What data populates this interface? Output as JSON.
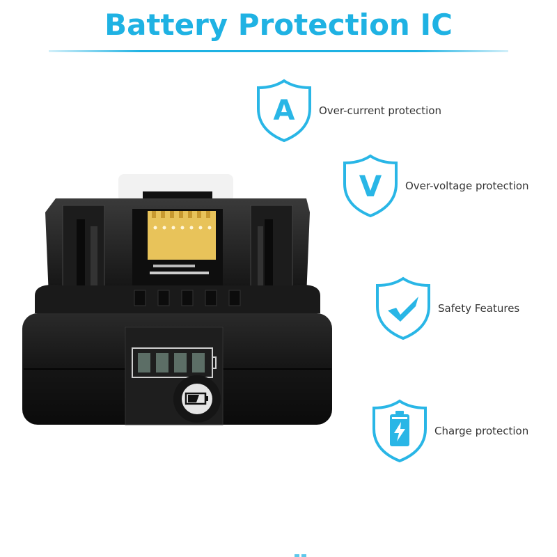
{
  "header": {
    "title": "Battery Protection IC",
    "accent_color": "#1fb2e3"
  },
  "features": [
    {
      "icon": "shield-letter-a-icon",
      "glyph": "A",
      "label": "Over-current protection"
    },
    {
      "icon": "shield-letter-v-icon",
      "glyph": "V",
      "label": "Over-voltage protection"
    },
    {
      "icon": "shield-checkmark-icon",
      "glyph": "✓",
      "label": "Safety Features"
    },
    {
      "icon": "shield-battery-charge-icon",
      "glyph": "⚡",
      "label": "Charge protection"
    }
  ],
  "product": {
    "image": "lithium-ion-power-tool-battery",
    "fuel_gauge_bars": 4,
    "gauge_button_icon": "battery-check-icon"
  }
}
